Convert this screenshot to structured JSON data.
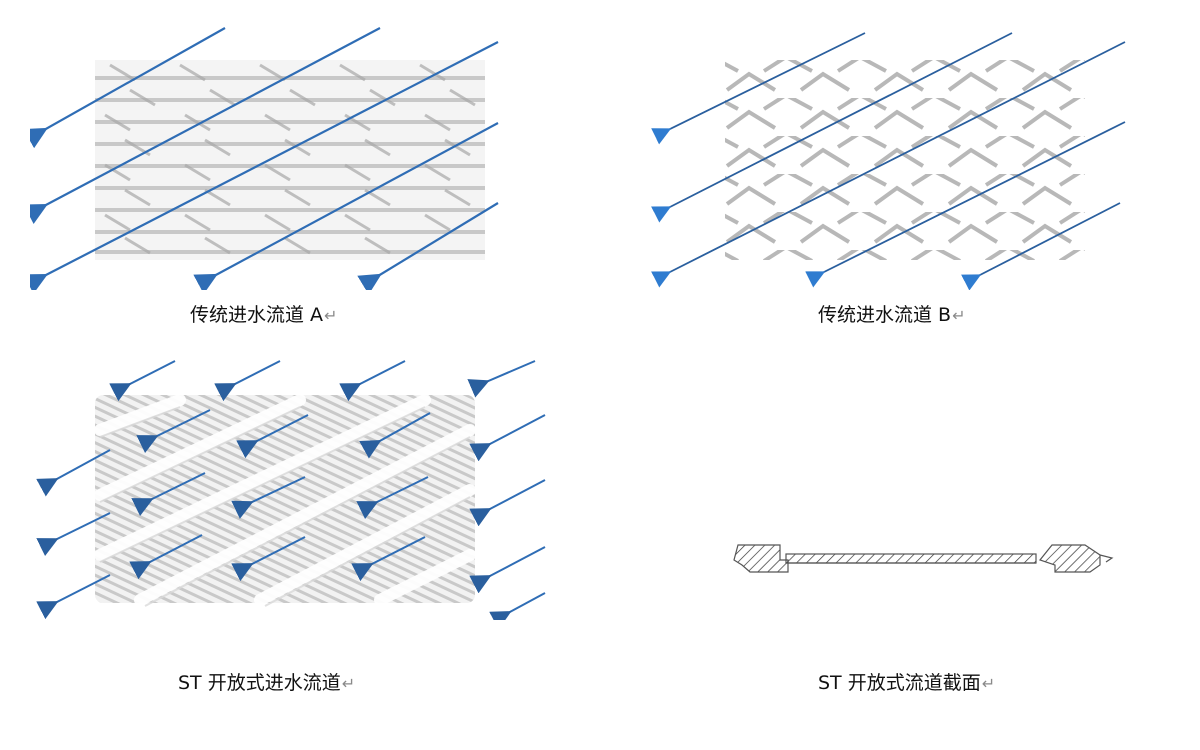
{
  "document": {
    "figures": [
      {
        "id": "a",
        "caption": "传统进水流道 A",
        "pattern": "horizontal-offset-ribs"
      },
      {
        "id": "b",
        "caption": "传统进水流道 B",
        "pattern": "diamond-mesh"
      },
      {
        "id": "c",
        "caption": "ST 开放式进水流道",
        "pattern": "open-channel-diagonal-ribs"
      },
      {
        "id": "d",
        "caption": "ST 开放式流道截面",
        "pattern": "cross-section-hatched"
      }
    ],
    "paragraph_mark": "↵",
    "colors": {
      "arrow": "#2f6db5",
      "mesh": "#c4c4c4",
      "text": "#111111"
    }
  }
}
